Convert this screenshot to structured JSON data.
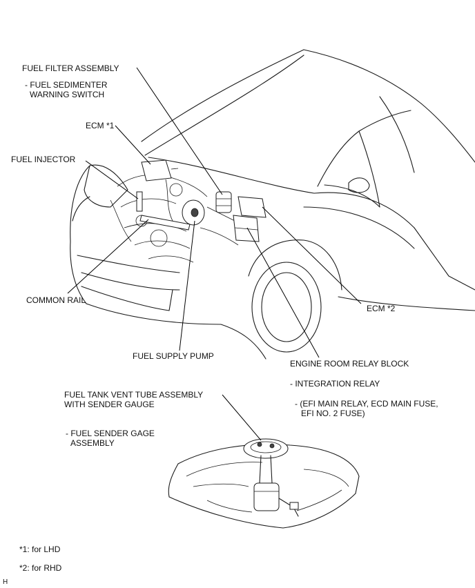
{
  "labels": {
    "fuel_filter_assembly": "FUEL FILTER ASSEMBLY",
    "fuel_sedimenter_line1": "- FUEL SEDIMENTER",
    "fuel_sedimenter_line2": "WARNING SWITCH",
    "ecm_1": "ECM *1",
    "fuel_injector": "FUEL INJECTOR",
    "common_rail": "COMMON RAIL",
    "fuel_supply_pump": "FUEL SUPPLY PUMP",
    "ecm_2": "ECM *2",
    "engine_room_relay_block": "ENGINE ROOM RELAY BLOCK",
    "integration_relay": "- INTEGRATION RELAY",
    "relay_detail_line1": "- (EFI MAIN RELAY, ECD MAIN FUSE,",
    "relay_detail_line2": "EFI NO. 2 FUSE)",
    "fuel_tank_vent_line1": "FUEL TANK VENT TUBE ASSEMBLY",
    "fuel_tank_vent_line2": "WITH SENDER GAUGE",
    "fuel_sender_line1": "- FUEL SENDER GAGE",
    "fuel_sender_line2": "ASSEMBLY"
  },
  "footnotes": {
    "lhd": "*1: for LHD",
    "rhd": "*2: for RHD"
  },
  "corner_mark": "H"
}
